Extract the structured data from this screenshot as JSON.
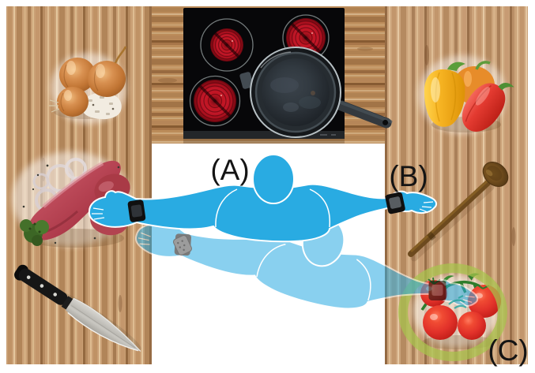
{
  "figure": {
    "type": "kitchen-top-view-reach-diagram",
    "labels": {
      "a": "(A)",
      "b": "(B)",
      "c": "(C)"
    },
    "objects": [
      {
        "name": "onions-with-chopped-onion",
        "area": "top-left-counter"
      },
      {
        "name": "ceramic-stove-with-frying-pan",
        "area": "top-center"
      },
      {
        "name": "bell-peppers",
        "area": "top-right-counter"
      },
      {
        "name": "raw-meat-with-broccoli",
        "area": "left-counter"
      },
      {
        "name": "kitchen-knife",
        "area": "bottom-left-counter"
      },
      {
        "name": "wooden-spoon",
        "area": "right-counter"
      },
      {
        "name": "vine-tomatoes",
        "area": "bottom-right-counter",
        "highlighted": true
      }
    ],
    "people": [
      {
        "name": "person-arms-outstretched",
        "style": "solid-blue",
        "wristbands": "black-smartwatch-both-wrists"
      },
      {
        "name": "person-reaching-ghost",
        "style": "translucent-blue",
        "wristbands": "gray-band-left-wrist"
      }
    ],
    "colors": {
      "person_blue": "#29abe2",
      "ghost_opacity": "0.55",
      "highlight_ring_green": "#a8c44c",
      "burner_red": "#c21728",
      "wood_tan": "#c79c70",
      "floor_white": "#ffffff",
      "label_black": "#141414"
    }
  }
}
